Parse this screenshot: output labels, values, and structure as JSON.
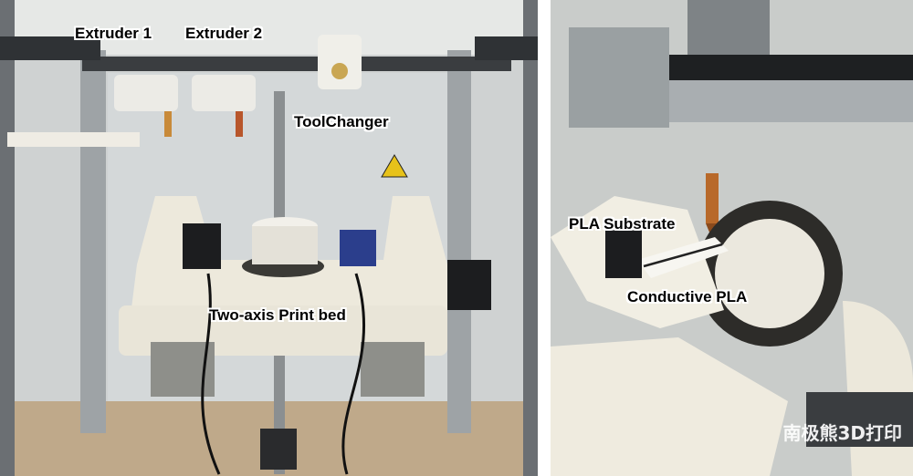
{
  "left_panel": {
    "labels": {
      "extruder_1": "Extruder 1",
      "extruder_2": "Extruder 2",
      "toolchanger": "ToolChanger",
      "print_bed": "Two-axis Print bed"
    }
  },
  "right_panel": {
    "labels": {
      "pla_substrate": "PLA Substrate",
      "conductive_pla": "Conductive PLA"
    },
    "watermark": "南极熊3D打印"
  }
}
